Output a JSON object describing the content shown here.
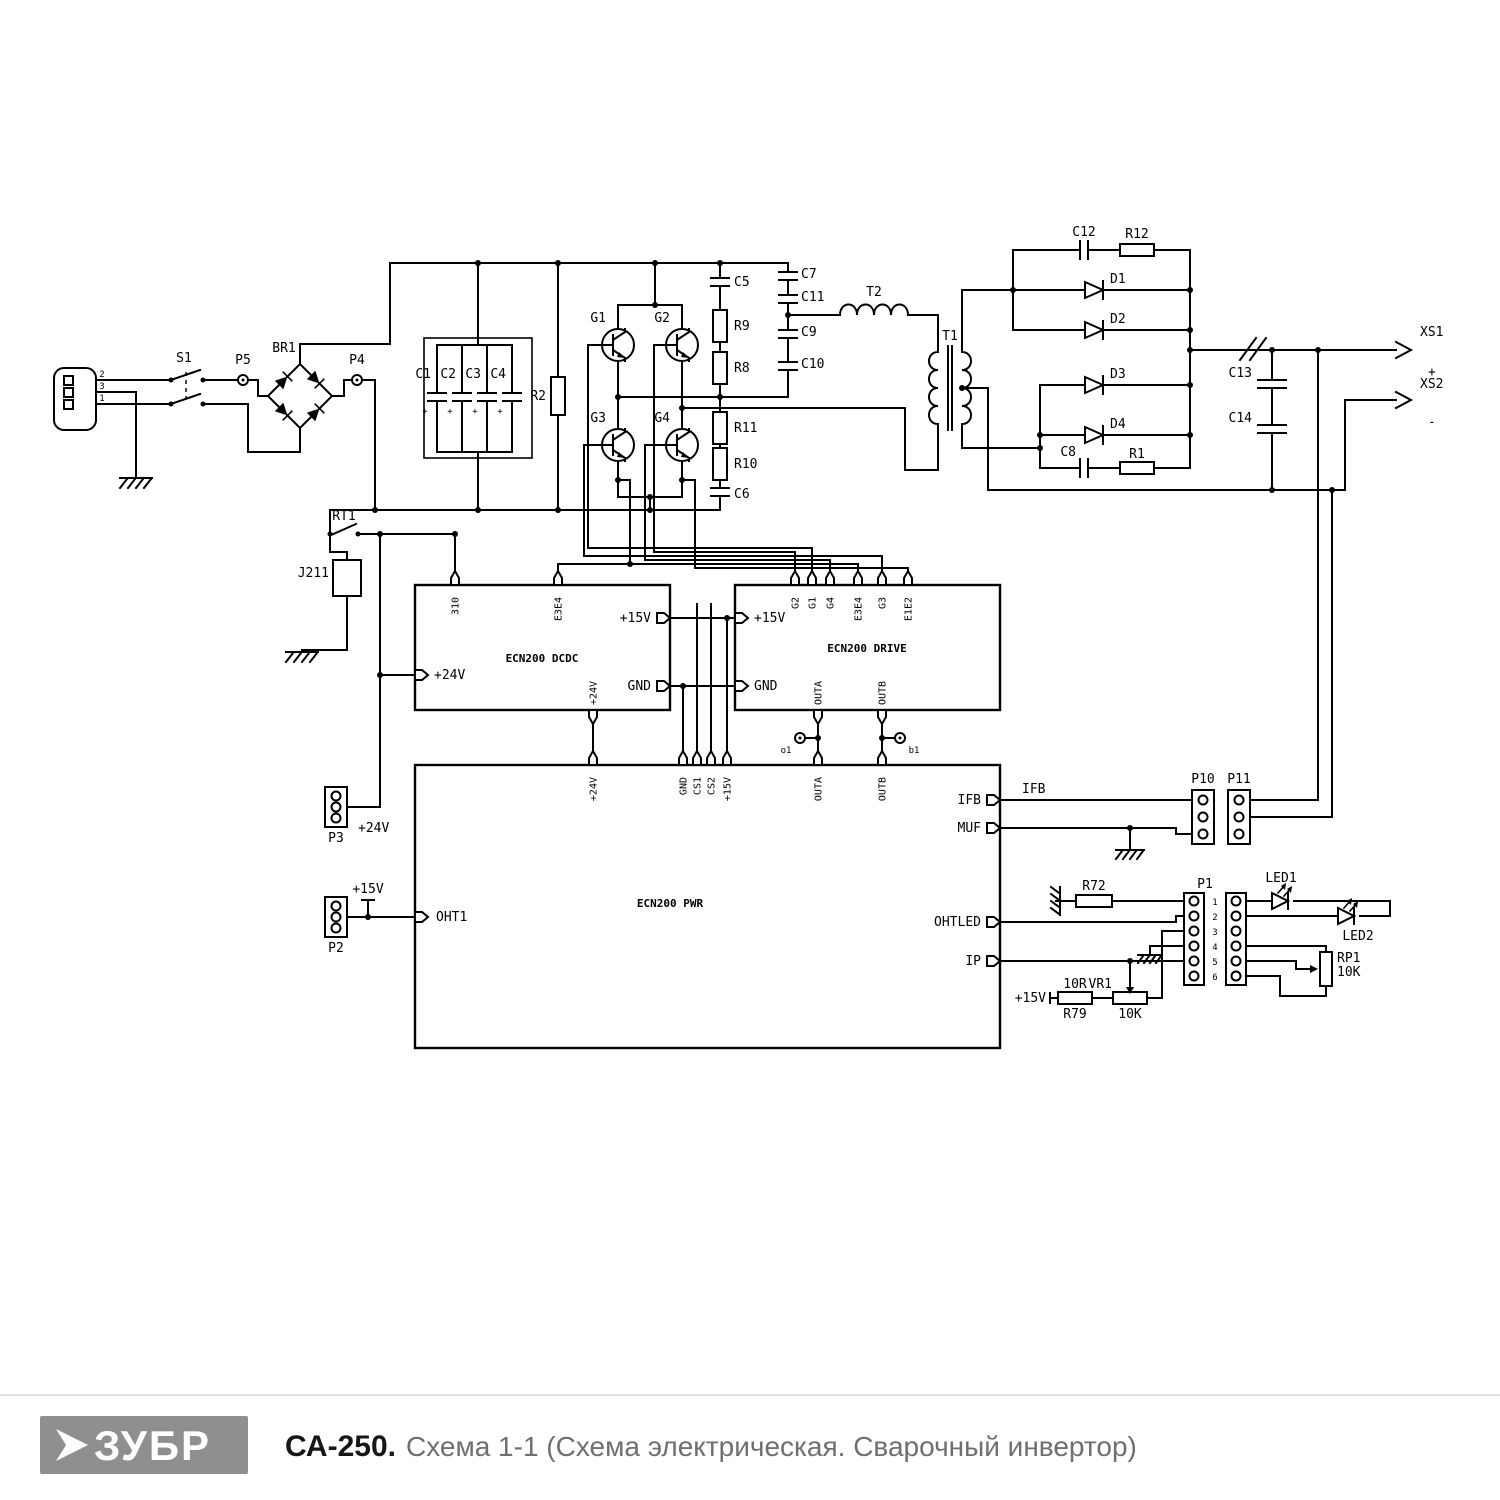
{
  "footer": {
    "logo": "ЗУБР",
    "model": "СА-250.",
    "subtitle": "Схема 1-1 (Схема электрическая. Сварочный инвертор)"
  },
  "mains": {
    "plug_pins": [
      "2",
      "3",
      "1"
    ],
    "s1": "S1",
    "p5": "P5",
    "p4": "P4",
    "br1": "BR1",
    "rt1": "RT1",
    "j211": "J211"
  },
  "caps": {
    "c1": "C1",
    "c2": "C2",
    "c3": "C3",
    "c4": "C4",
    "plus": "+"
  },
  "inverter": {
    "r2": "R2",
    "g1": "G1",
    "g2": "G2",
    "g3": "G3",
    "g4": "G4",
    "c5": "C5",
    "r9": "R9",
    "r8": "R8",
    "r11": "R11",
    "r10": "R10",
    "c6": "C6",
    "c7": "C7",
    "c11": "C11",
    "c9": "C9",
    "c10": "C10",
    "t2": "T2",
    "t1": "T1"
  },
  "secondary": {
    "c12": "C12",
    "r12": "R12",
    "d1": "D1",
    "d2": "D2",
    "d3": "D3",
    "d4": "D4",
    "c8": "C8",
    "r1": "R1",
    "c13": "C13",
    "c14": "C14",
    "xs1": "XS1",
    "xs2": "XS2",
    "plus": "+",
    "minus": "-"
  },
  "dcdc": {
    "name": "ECN200 DCDC",
    "pin_310": "310",
    "pin_e3e4": "E3E4",
    "pin_24v_in": "+24V",
    "pin_15v": "+15V",
    "pin_gnd": "GND",
    "pin_24v_out": "+24V"
  },
  "drive": {
    "name": "ECN200 DRIVE",
    "pins_top": [
      "G2",
      "G1",
      "G4",
      "E3E4",
      "G3",
      "E1E2"
    ],
    "pin_15v": "+15V",
    "pin_gnd": "GND",
    "pin_outa": "OUTA",
    "pin_outb": "OUTB",
    "tp_o1": "o1",
    "tp_b1": "b1"
  },
  "pwr": {
    "name": "ECN200 PWR",
    "pins_top": [
      "+24V",
      "GND",
      "CS1",
      "CS2",
      "+15V",
      "OUTA",
      "OUTB"
    ],
    "pin_oht1": "OHT1",
    "pin_ifb": "IFB",
    "pin_muf": "MUF",
    "pin_ohtled": "OHTLED",
    "pin_ip": "IP",
    "ifb_ext": "IFB"
  },
  "connectors": {
    "p2": "P2",
    "p3": "P3",
    "p10": "P10",
    "p11": "P11",
    "p1": "P1",
    "p1_pins": [
      "1",
      "2",
      "3",
      "4",
      "5",
      "6"
    ],
    "p3_rail": "+24V",
    "p2_rail": "+15V"
  },
  "panel": {
    "r72": "R72",
    "led1": "LED1",
    "led2": "LED2",
    "rp1": "RP1",
    "rp1_val": "10K"
  },
  "ip_net": {
    "rail": "+15V",
    "r79": "R79",
    "r79_val": "10R",
    "vr1": "VR1",
    "vr1_val": "10K"
  }
}
